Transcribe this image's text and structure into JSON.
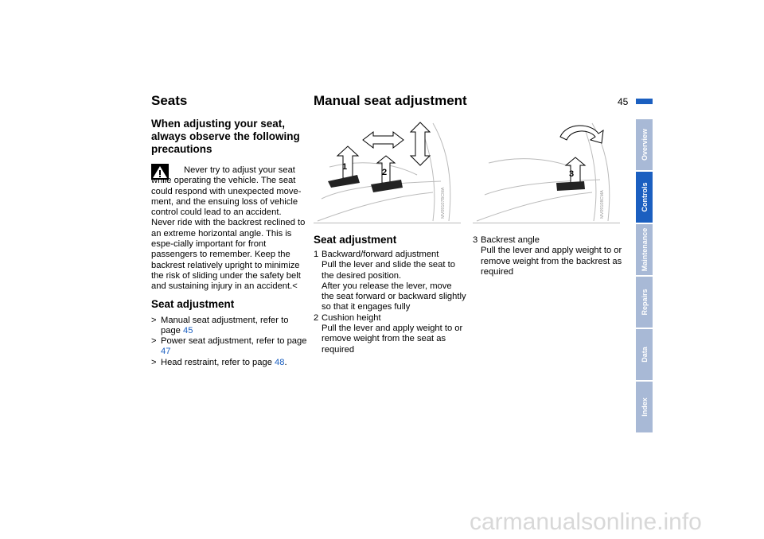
{
  "header": {
    "section_left": "Seats",
    "section_right": "Manual seat adjustment",
    "page_number": "45",
    "accent_color": "#1b5fc0"
  },
  "left_col": {
    "heading": "When adjusting your seat, always observe the following precautions",
    "warning_icon": "warning-triangle-icon",
    "warning_text": "Never try to adjust your seat while operating the vehicle. The seat could respond with unexpected move-ment, and the ensuing loss of vehicle control could lead to an accident. Never ride with the backrest reclined to an extreme horizontal angle. This is espe-cially important for front passengers to remember. Keep the backrest relatively upright to minimize the risk of sliding under the safety belt and sustaining injury in an accident.",
    "end_mark": "<",
    "sub_heading": "Seat adjustment",
    "bullets": [
      {
        "text": "Manual seat adjustment, refer to page ",
        "link": "45",
        "after": ""
      },
      {
        "text": "Power seat adjustment, refer to page ",
        "link": "47",
        "after": ""
      },
      {
        "text": "Head restraint, refer to page ",
        "link": "48",
        "after": "."
      }
    ],
    "bullet_mark": ">"
  },
  "figures": [
    {
      "code": "MV09107BCMA",
      "callouts": [
        "1",
        "2"
      ]
    },
    {
      "code": "MV09108CMA",
      "callouts": [
        "3"
      ]
    }
  ],
  "middle_col": {
    "heading": "Seat adjustment",
    "items": [
      {
        "num": "1",
        "title": "Backward/forward adjustment",
        "text": "Pull the lever and slide the seat to the desired position.",
        "text2": "After you release the lever, move the seat forward or backward slightly so that it engages fully"
      },
      {
        "num": "2",
        "title": "Cushion height",
        "text": "Pull the lever and apply weight to or remove weight from the seat as required",
        "text2": ""
      }
    ]
  },
  "right_col": {
    "items": [
      {
        "num": "3",
        "title": "Backrest angle",
        "text": "Pull the lever and apply weight to or remove weight from the backrest as required"
      }
    ]
  },
  "tabs": [
    "Overview",
    "Controls",
    "Maintenance",
    "Repairs",
    "Data",
    "Index"
  ],
  "active_tab": "Controls",
  "watermark": "carmanualsonline.info"
}
